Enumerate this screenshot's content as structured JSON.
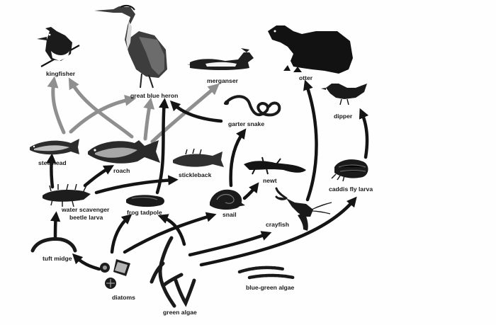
{
  "colors": {
    "arrow_dark": "#141414",
    "arrow_grey": "#8f8f8f",
    "label": "#1a1a1a",
    "background": "#fefefe"
  },
  "organisms": [
    {
      "id": "kingfisher",
      "label": "kingfisher",
      "icon": "bird-icon"
    },
    {
      "id": "heron",
      "label": "great blue heron",
      "icon": "heron-icon"
    },
    {
      "id": "merganser",
      "label": "merganser",
      "icon": "duck-icon"
    },
    {
      "id": "otter",
      "label": "otter",
      "icon": "otter-icon"
    },
    {
      "id": "dipper",
      "label": "dipper",
      "icon": "bird-icon"
    },
    {
      "id": "garter_snake",
      "label": "garter snake",
      "icon": "snake-icon"
    },
    {
      "id": "steelhead",
      "label": "steelhead",
      "icon": "fish-icon"
    },
    {
      "id": "roach",
      "label": "roach",
      "icon": "fish-icon"
    },
    {
      "id": "stickleback",
      "label": "stickleback",
      "icon": "fish-icon"
    },
    {
      "id": "newt",
      "label": "newt",
      "icon": "newt-icon"
    },
    {
      "id": "caddis",
      "label": "caddis fly larva",
      "icon": "larva-icon"
    },
    {
      "id": "beetle",
      "label": "water scavenger beetle larva",
      "icon": "larva-icon"
    },
    {
      "id": "tadpole",
      "label": "frog tadpole",
      "icon": "tadpole-icon"
    },
    {
      "id": "snail",
      "label": "snail",
      "icon": "snail-icon"
    },
    {
      "id": "crayfish",
      "label": "crayfish",
      "icon": "crayfish-icon"
    },
    {
      "id": "midge",
      "label": "tuft midge",
      "icon": "worm-icon"
    },
    {
      "id": "diatoms",
      "label": "diatoms",
      "icon": "diatom-icon"
    },
    {
      "id": "green_algae",
      "label": "green algae",
      "icon": "algae-icon"
    },
    {
      "id": "bluegreen",
      "label": "blue-green algae",
      "icon": "filament-icon"
    }
  ],
  "links": [
    {
      "from": "steelhead",
      "to": "kingfisher",
      "tone": "grey"
    },
    {
      "from": "steelhead",
      "to": "heron",
      "tone": "grey"
    },
    {
      "from": "roach",
      "to": "kingfisher",
      "tone": "grey"
    },
    {
      "from": "roach",
      "to": "heron",
      "tone": "grey"
    },
    {
      "from": "roach",
      "to": "merganser",
      "tone": "grey"
    },
    {
      "from": "tadpole",
      "to": "heron",
      "tone": "dark"
    },
    {
      "from": "garter_snake",
      "to": "heron",
      "tone": "dark"
    },
    {
      "from": "beetle",
      "to": "steelhead",
      "tone": "dark"
    },
    {
      "from": "beetle",
      "to": "roach",
      "tone": "dark"
    },
    {
      "from": "beetle",
      "to": "stickleback",
      "tone": "dark"
    },
    {
      "from": "midge",
      "to": "beetle",
      "tone": "dark"
    },
    {
      "from": "diatoms",
      "to": "midge",
      "tone": "dark"
    },
    {
      "from": "diatoms",
      "to": "tadpole",
      "tone": "dark"
    },
    {
      "from": "diatoms",
      "to": "snail",
      "tone": "dark"
    },
    {
      "from": "green_algae",
      "to": "tadpole",
      "tone": "dark"
    },
    {
      "from": "green_algae",
      "to": "crayfish",
      "tone": "dark"
    },
    {
      "from": "green_algae",
      "to": "caddis",
      "tone": "dark"
    },
    {
      "from": "snail",
      "to": "newt",
      "tone": "dark"
    },
    {
      "from": "snail",
      "to": "garter_snake",
      "tone": "dark"
    },
    {
      "from": "crayfish",
      "to": "otter",
      "tone": "dark"
    },
    {
      "from": "caddis",
      "to": "dipper",
      "tone": "dark"
    }
  ]
}
